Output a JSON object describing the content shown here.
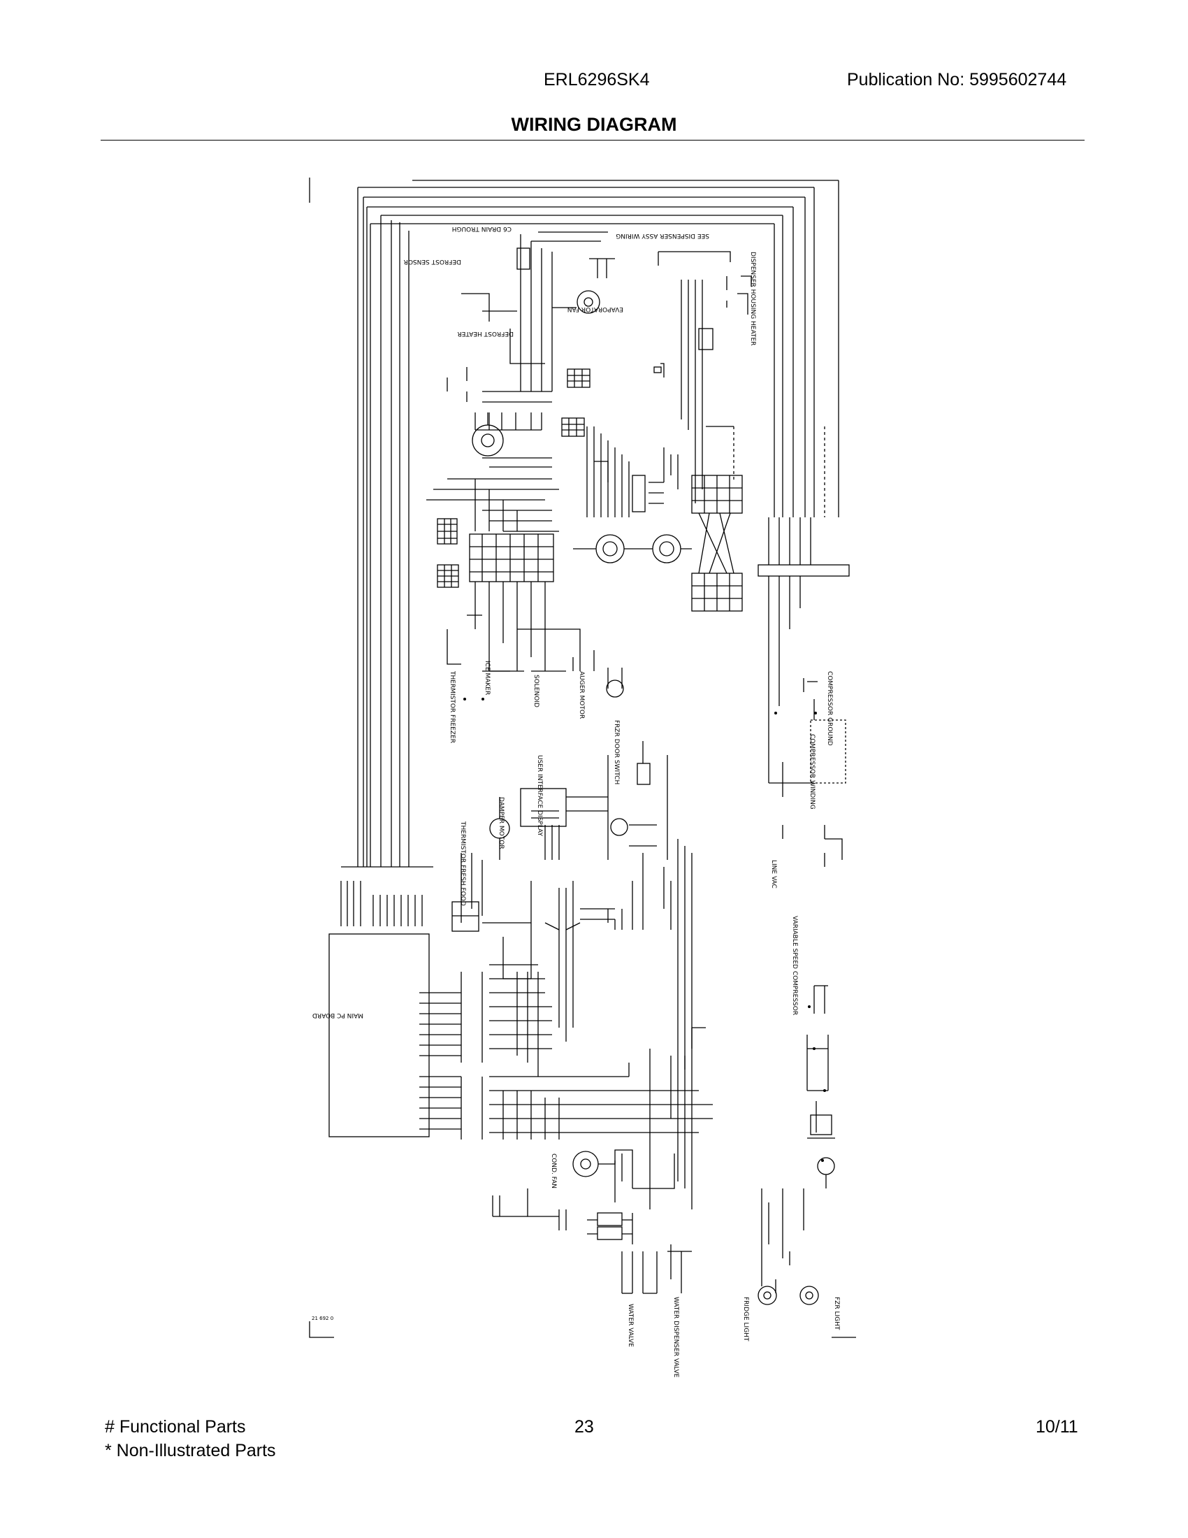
{
  "header": {
    "model": "ERL6296SK4",
    "publication": "Publication No:  5995602744"
  },
  "title": "WIRING DIAGRAM",
  "diagram_labels": {
    "drain_trough": "C6 DRAIN TROUGH",
    "defrost_heater": "DEFROST HEATER",
    "defrost_sensor": "DEFROST SENSOR",
    "evaporator_fan": "EVAPORATOR FAN",
    "dispenser_assy": "SEE DISPENSER ASSY WIRING",
    "dispenser_heater": "DISPENSER HOUSING HEATER",
    "compressor_ground": "COMPRESSOR GROUND",
    "compressor_winding": "COMPRESSOR WINDING",
    "variable_speed_comp": "VARIABLE SPEED COMPRESSOR",
    "line_vac": "LINE VAC",
    "main_pc_board": "MAIN PC BOARD",
    "condenser_fan": "COND. FAN",
    "damper_motor": "DAMPER MOTOR",
    "user_interface": "USER INTERFACE DISPLAY",
    "ice_maker": "ICE MAKER",
    "auger_motor": "AUGER MOTOR",
    "solenoid": "SOLENOID",
    "fresh_food_thermistor": "THERMISTOR FRESH FOOD",
    "freezer_thermistor": "THERMISTOR FREEZER",
    "water_valve": "WATER VALVE",
    "dispenser_valve": "WATER DISPENSER VALVE",
    "fridge_light": "FRIDGE LIGHT",
    "fz_light": "FZR LIGHT",
    "ref_door_switch": "FRZR DOOR SWITCH",
    "diagram_code": "21 692 0"
  },
  "footer": {
    "functional_parts": "# Functional Parts",
    "non_illustrated": "* Non-Illustrated Parts",
    "page_number": "23",
    "date": "10/11"
  }
}
